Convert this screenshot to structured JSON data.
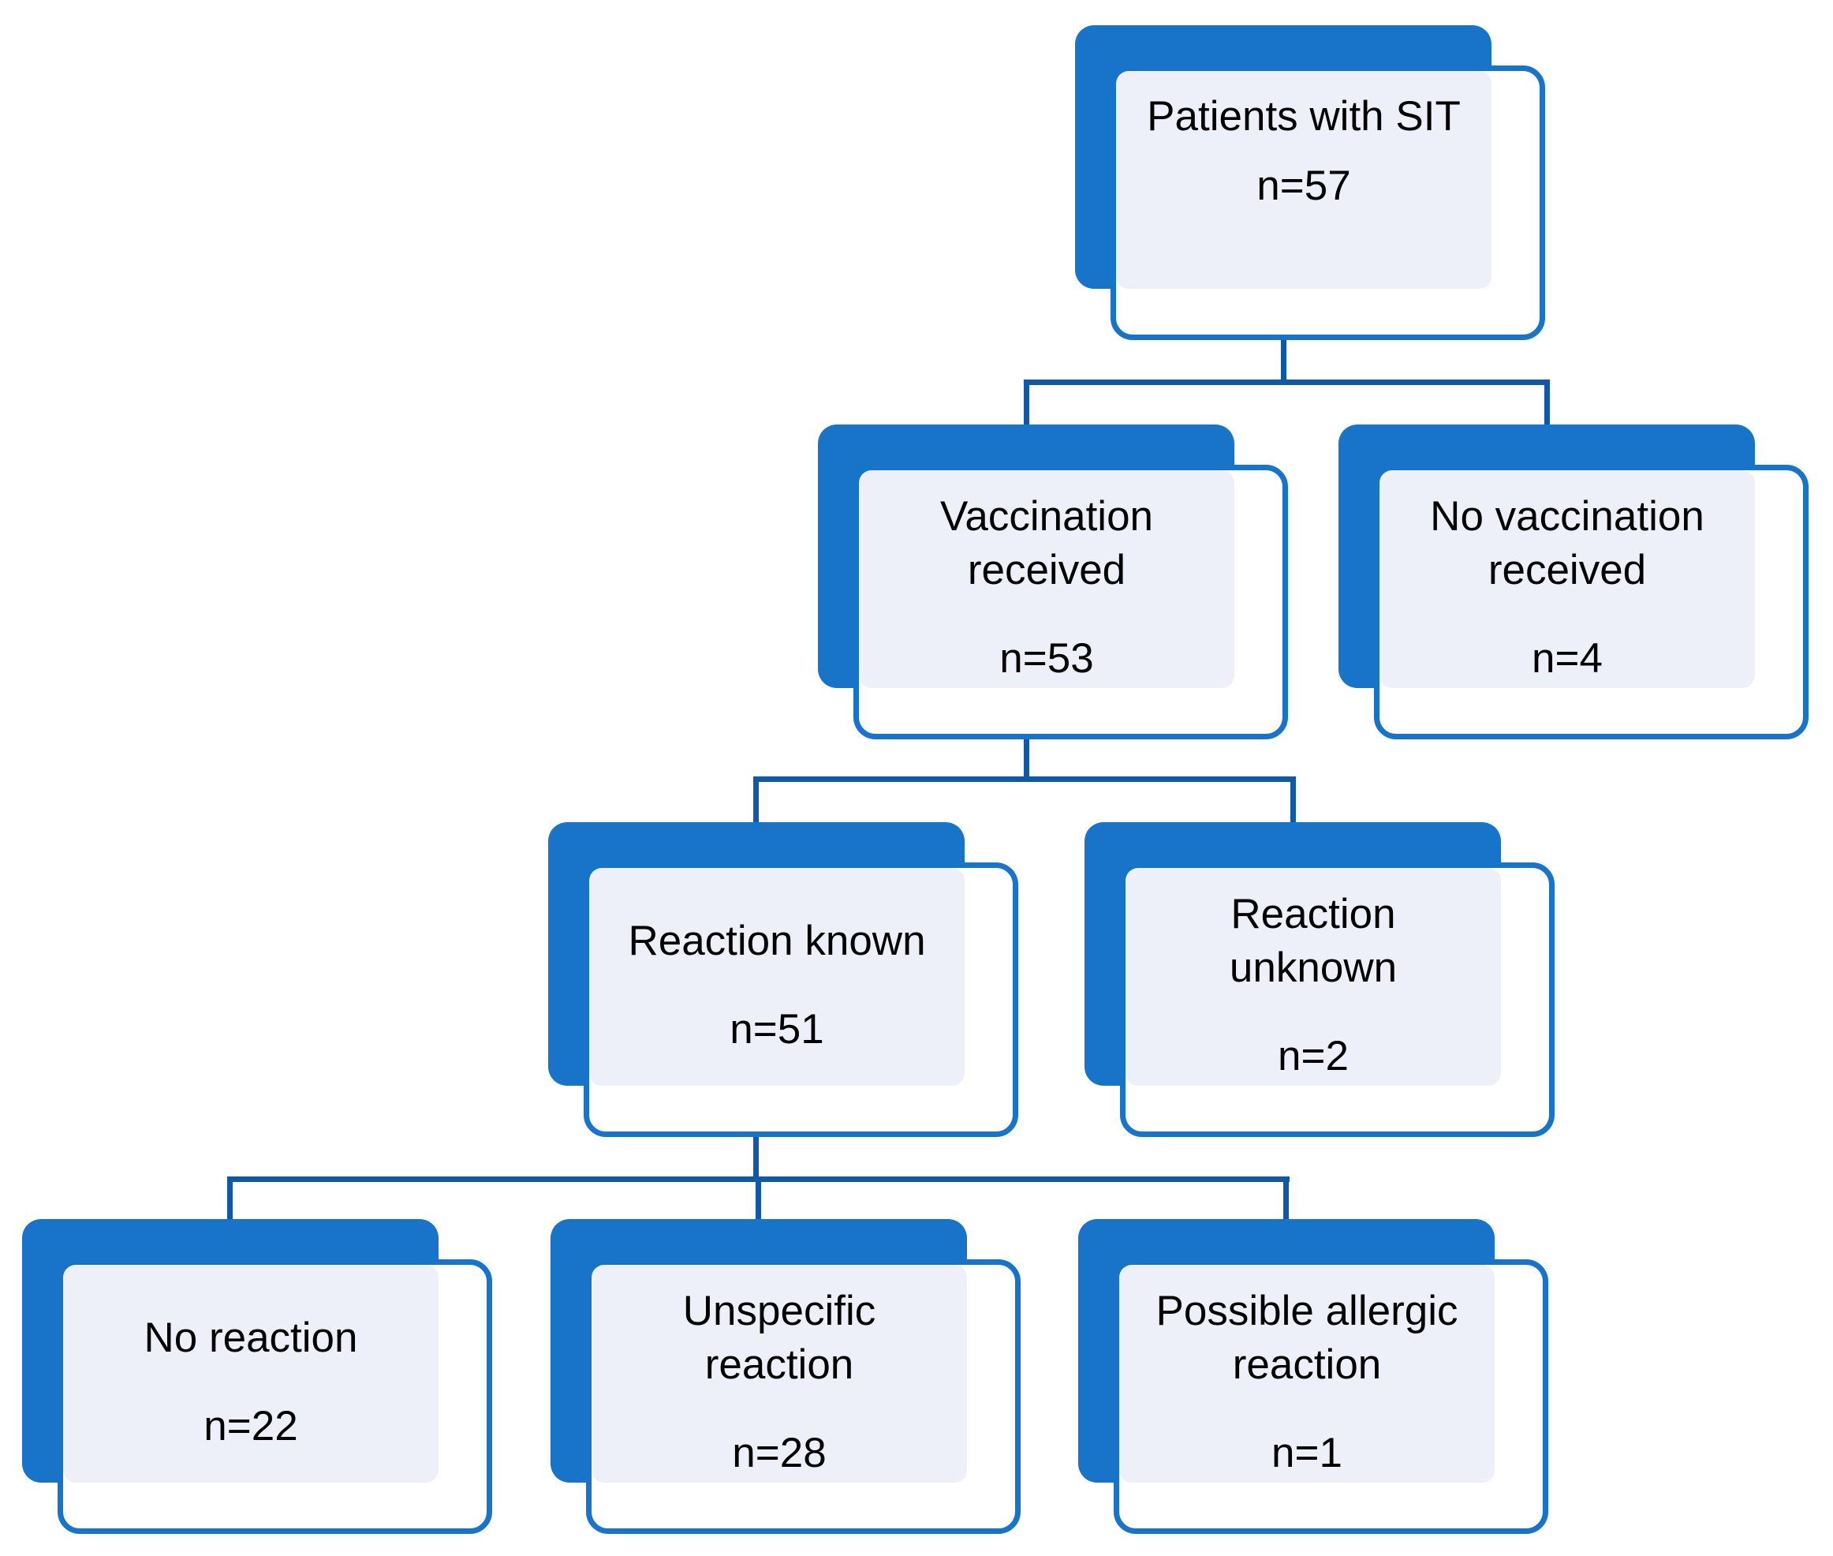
{
  "diagram": {
    "type": "flowchart",
    "description": "Patient disposition flow diagram with counts",
    "colors": {
      "box_blue": "#1874C8",
      "connector_blue": "#1059A8",
      "box_fill_lavender": "#EDF0F9",
      "ghost_line": "#E4E9F4",
      "text": "#000000",
      "background": "#FFFFFF"
    },
    "nodes": [
      {
        "id": "patients-with-sit",
        "lines": [
          "Patients with SIT"
        ],
        "count": "n=57"
      },
      {
        "id": "vaccination-received",
        "lines": [
          "Vaccination",
          "received"
        ],
        "count": "n=53"
      },
      {
        "id": "no-vaccination-received",
        "lines": [
          "No vaccination",
          "received"
        ],
        "count": "n=4"
      },
      {
        "id": "reaction-known",
        "lines": [
          "Reaction known"
        ],
        "count": "n=51"
      },
      {
        "id": "reaction-unknown",
        "lines": [
          "Reaction",
          "unknown"
        ],
        "count": "n=2"
      },
      {
        "id": "no-reaction",
        "lines": [
          "No reaction"
        ],
        "count": "n=22"
      },
      {
        "id": "unspecific-reaction",
        "lines": [
          "Unspecific",
          "reaction"
        ],
        "count": "n=28"
      },
      {
        "id": "possible-allergic-reaction",
        "lines": [
          "Possible allergic",
          "reaction"
        ],
        "count": "n=1"
      }
    ],
    "edges": [
      {
        "from": "patients-with-sit",
        "to": "vaccination-received"
      },
      {
        "from": "patients-with-sit",
        "to": "no-vaccination-received"
      },
      {
        "from": "vaccination-received",
        "to": "reaction-known"
      },
      {
        "from": "vaccination-received",
        "to": "reaction-unknown"
      },
      {
        "from": "reaction-known",
        "to": "no-reaction"
      },
      {
        "from": "reaction-known",
        "to": "unspecific-reaction"
      },
      {
        "from": "reaction-known",
        "to": "possible-allergic-reaction"
      }
    ]
  }
}
